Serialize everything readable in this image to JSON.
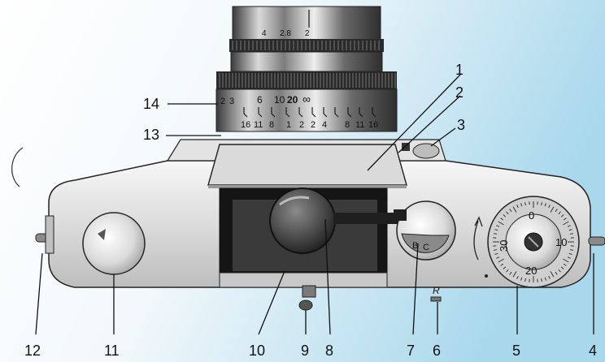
{
  "colors": {
    "background_top_right": "#a9d8ec",
    "background_left": "#ffffff",
    "ink": "#111111"
  },
  "lens_scales": {
    "aperture_top": [
      "4",
      "2.8",
      "2"
    ],
    "distance_row": [
      "2",
      "3",
      "6",
      "10",
      "20",
      "∞"
    ],
    "dof_row": [
      "16",
      "11",
      "8",
      "1",
      "2",
      "2",
      "4",
      "8",
      "11",
      "16"
    ]
  },
  "shutter_dial": {
    "numbers": [
      "0",
      "10",
      "20",
      "30"
    ]
  },
  "selector_marks": {
    "letters": [
      "B",
      "C"
    ]
  },
  "body_marks": {
    "r_label": "R"
  },
  "callouts": [
    {
      "id": "1",
      "label": "1"
    },
    {
      "id": "2",
      "label": "2"
    },
    {
      "id": "3",
      "label": "3"
    },
    {
      "id": "4",
      "label": "4"
    },
    {
      "id": "5",
      "label": "5"
    },
    {
      "id": "6",
      "label": "6"
    },
    {
      "id": "7",
      "label": "7"
    },
    {
      "id": "8",
      "label": "8"
    },
    {
      "id": "9",
      "label": "9"
    },
    {
      "id": "10",
      "label": "10"
    },
    {
      "id": "11",
      "label": "11"
    },
    {
      "id": "12",
      "label": "12"
    },
    {
      "id": "13",
      "label": "13"
    },
    {
      "id": "14",
      "label": "14"
    }
  ]
}
